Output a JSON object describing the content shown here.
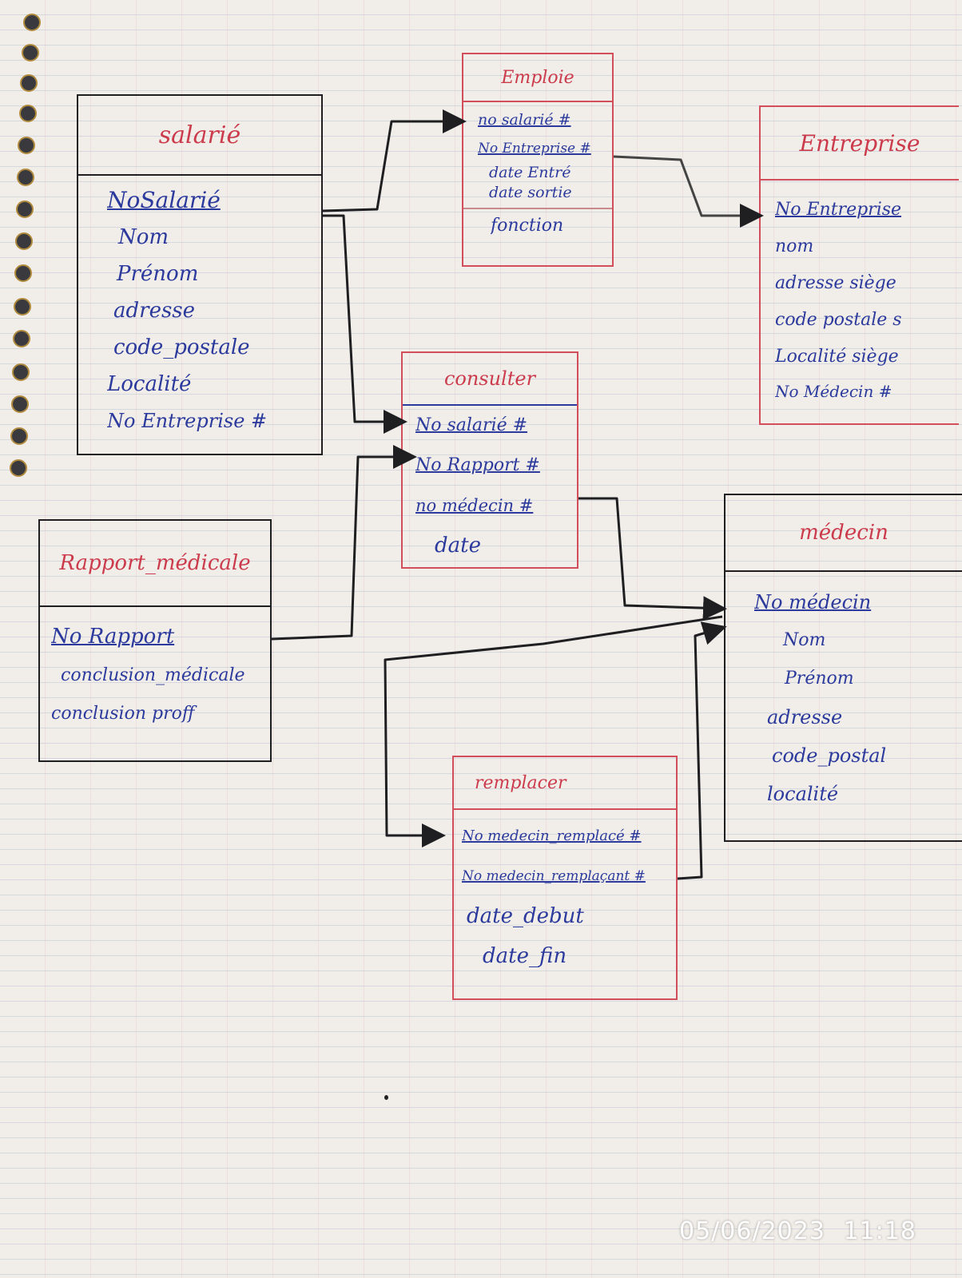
{
  "entities": {
    "salarie": {
      "title": "salarié",
      "attributes": [
        "NoSalarié",
        "Nom",
        "Prénom",
        "adresse",
        "code_postale",
        "Localité",
        "No Entreprise #"
      ]
    },
    "emploie": {
      "title": "Emploie",
      "attributes": [
        "no salarié #",
        "No Entreprise #",
        "date Entré",
        "date sortie",
        "fonction"
      ]
    },
    "entreprise": {
      "title": "Entreprise",
      "attributes": [
        "No Entreprise",
        "nom",
        "adresse siège",
        "code postale s",
        "Localité siège",
        "No Médecin #"
      ]
    },
    "consulter": {
      "title": "consulter",
      "attributes": [
        "No salarié #",
        "No Rapport #",
        "no médecin #",
        "date"
      ]
    },
    "rapport_medicale": {
      "title": "Rapport_médicale",
      "attributes": [
        "No Rapport",
        "conclusion_médicale",
        "conclusion proff"
      ]
    },
    "medecin": {
      "title": "médecin",
      "attributes": [
        "No médecin",
        "Nom",
        "Prénom",
        "adresse",
        "code_postal",
        "localité"
      ]
    },
    "remplacer": {
      "title": "remplacer",
      "attributes": [
        "No medecin_remplacé #",
        "No medecin_remplaçant #",
        "date_debut",
        "date_fin"
      ]
    }
  },
  "timestamp": {
    "date": "05/06/2023",
    "time": "11:18"
  },
  "colors": {
    "ink_blue": "#2b3a9c",
    "ink_red": "#cc3b4c",
    "ink_black": "#1f1f22",
    "paper": "#f1eee9"
  }
}
